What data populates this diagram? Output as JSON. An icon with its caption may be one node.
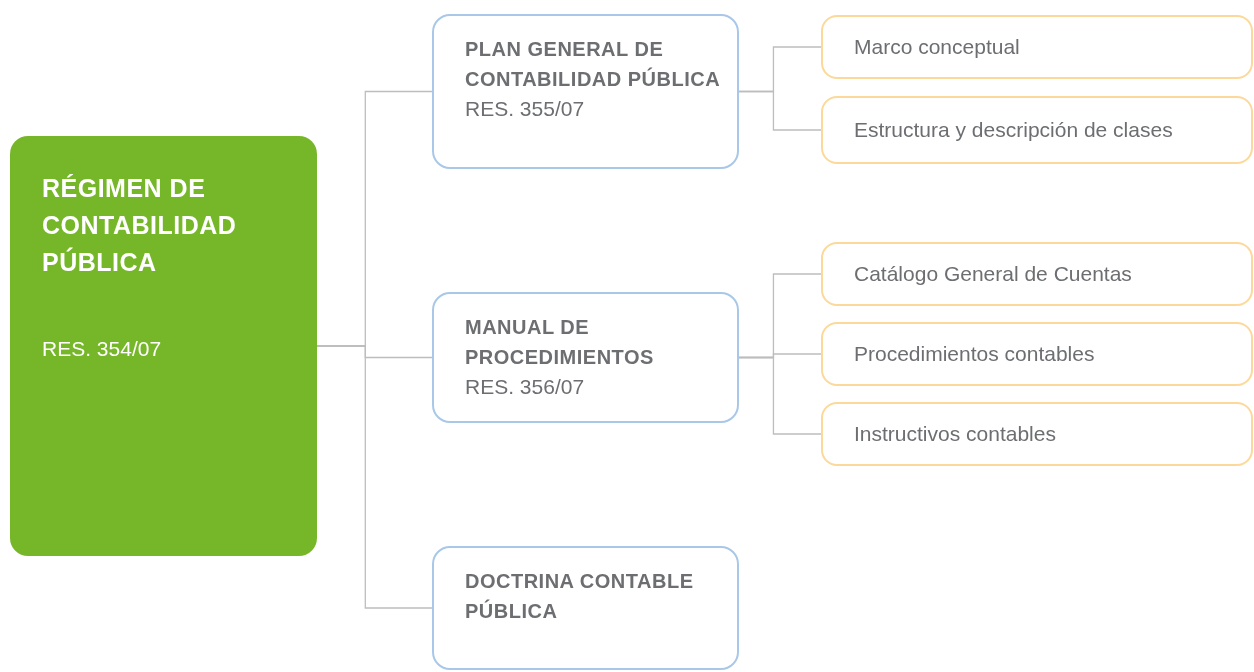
{
  "diagram": {
    "nodes": [
      {
        "text": [
          "RÉGIMEN DE CONTABILIDAD PÚBLICA",
          "RES. 354/07"
        ]
      },
      {
        "text": [
          "PLAN GENERAL DE CONTABILIDAD PÚBLICA",
          "RES. 355/07"
        ]
      },
      {
        "text": [
          "MANUAL DE PROCEDIMIENTOS",
          "RES. 356/07"
        ]
      },
      {
        "text": [
          "DOCTRINA CONTABLE PÚBLICA"
        ]
      },
      {
        "text": [
          "Marco conceptual"
        ]
      },
      {
        "text": [
          "Estructura y descripción de clases"
        ]
      },
      {
        "text": [
          "Catálogo General de Cuentas"
        ]
      },
      {
        "text": [
          "Procedimientos contables"
        ]
      },
      {
        "text": [
          "Instructivos contables"
        ]
      }
    ],
    "edges": [
      {
        "from": 0,
        "to": 1,
        "arrow": "none"
      },
      {
        "from": 0,
        "to": 2,
        "arrow": "none"
      },
      {
        "from": 0,
        "to": 3,
        "arrow": "none"
      },
      {
        "from": 1,
        "to": 4,
        "arrow": "none"
      },
      {
        "from": 1,
        "to": 5,
        "arrow": "none"
      },
      {
        "from": 2,
        "to": 6,
        "arrow": "none"
      },
      {
        "from": 2,
        "to": 7,
        "arrow": "none"
      },
      {
        "from": 2,
        "to": 8,
        "arrow": "none"
      }
    ]
  }
}
